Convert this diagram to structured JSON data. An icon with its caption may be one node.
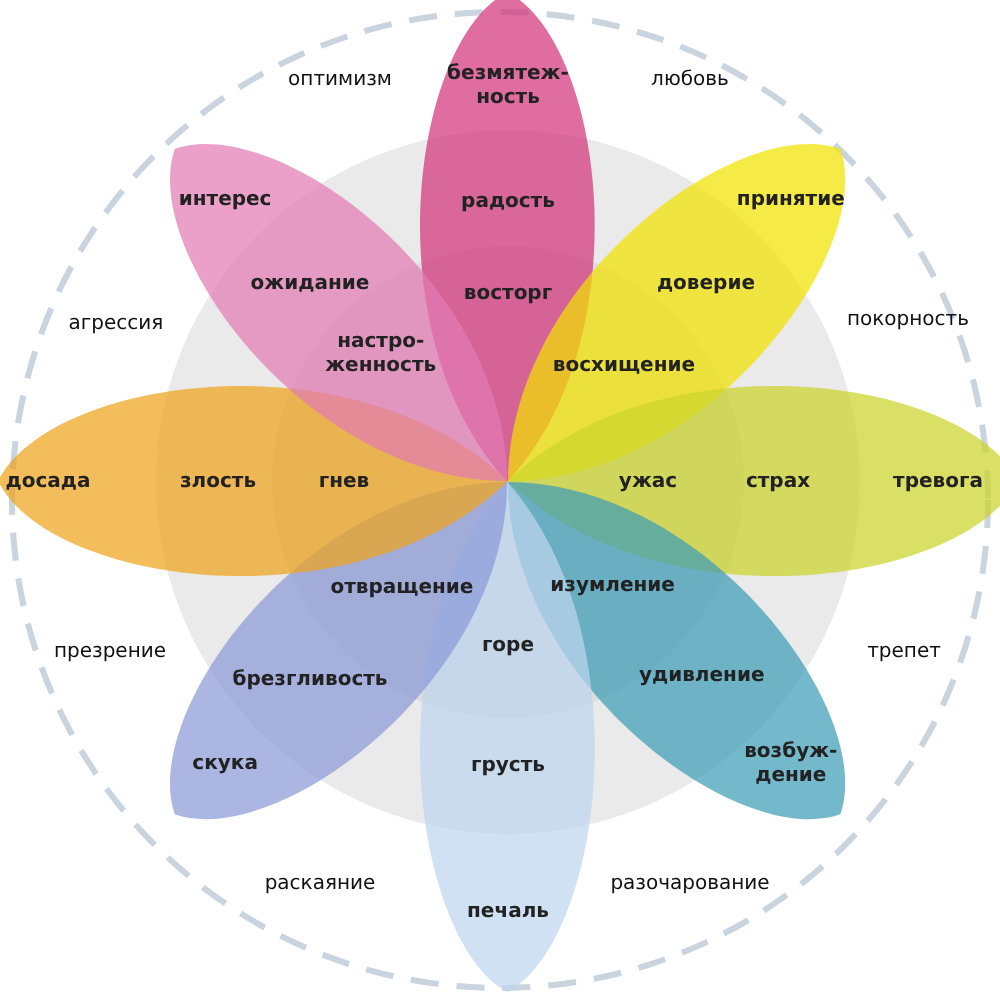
{
  "diagram": {
    "nodes": [
      {
        "text": [
          "безмятеж-ность",
          "радость",
          "восторг"
        ]
      },
      {
        "text": [
          "принятие",
          "доверие",
          "восхищение"
        ]
      },
      {
        "text": [
          "ужас",
          "страх",
          "тревога"
        ]
      },
      {
        "text": [
          "изумление",
          "удивление",
          "возбуж-дение"
        ]
      },
      {
        "text": [
          "горе",
          "грусть",
          "печаль"
        ]
      },
      {
        "text": [
          "отвращение",
          "брезгливость",
          "скука"
        ]
      },
      {
        "text": [
          "досада",
          "злость",
          "гнев"
        ]
      },
      {
        "text": [
          "интерес",
          "ожидание",
          "настро-женность"
        ]
      }
    ],
    "edges": [],
    "labels": [
      "оптимизм",
      "любовь",
      "агрессия",
      "покорность",
      "презрение",
      "трепет",
      "раскаяние",
      "разочарование"
    ]
  }
}
